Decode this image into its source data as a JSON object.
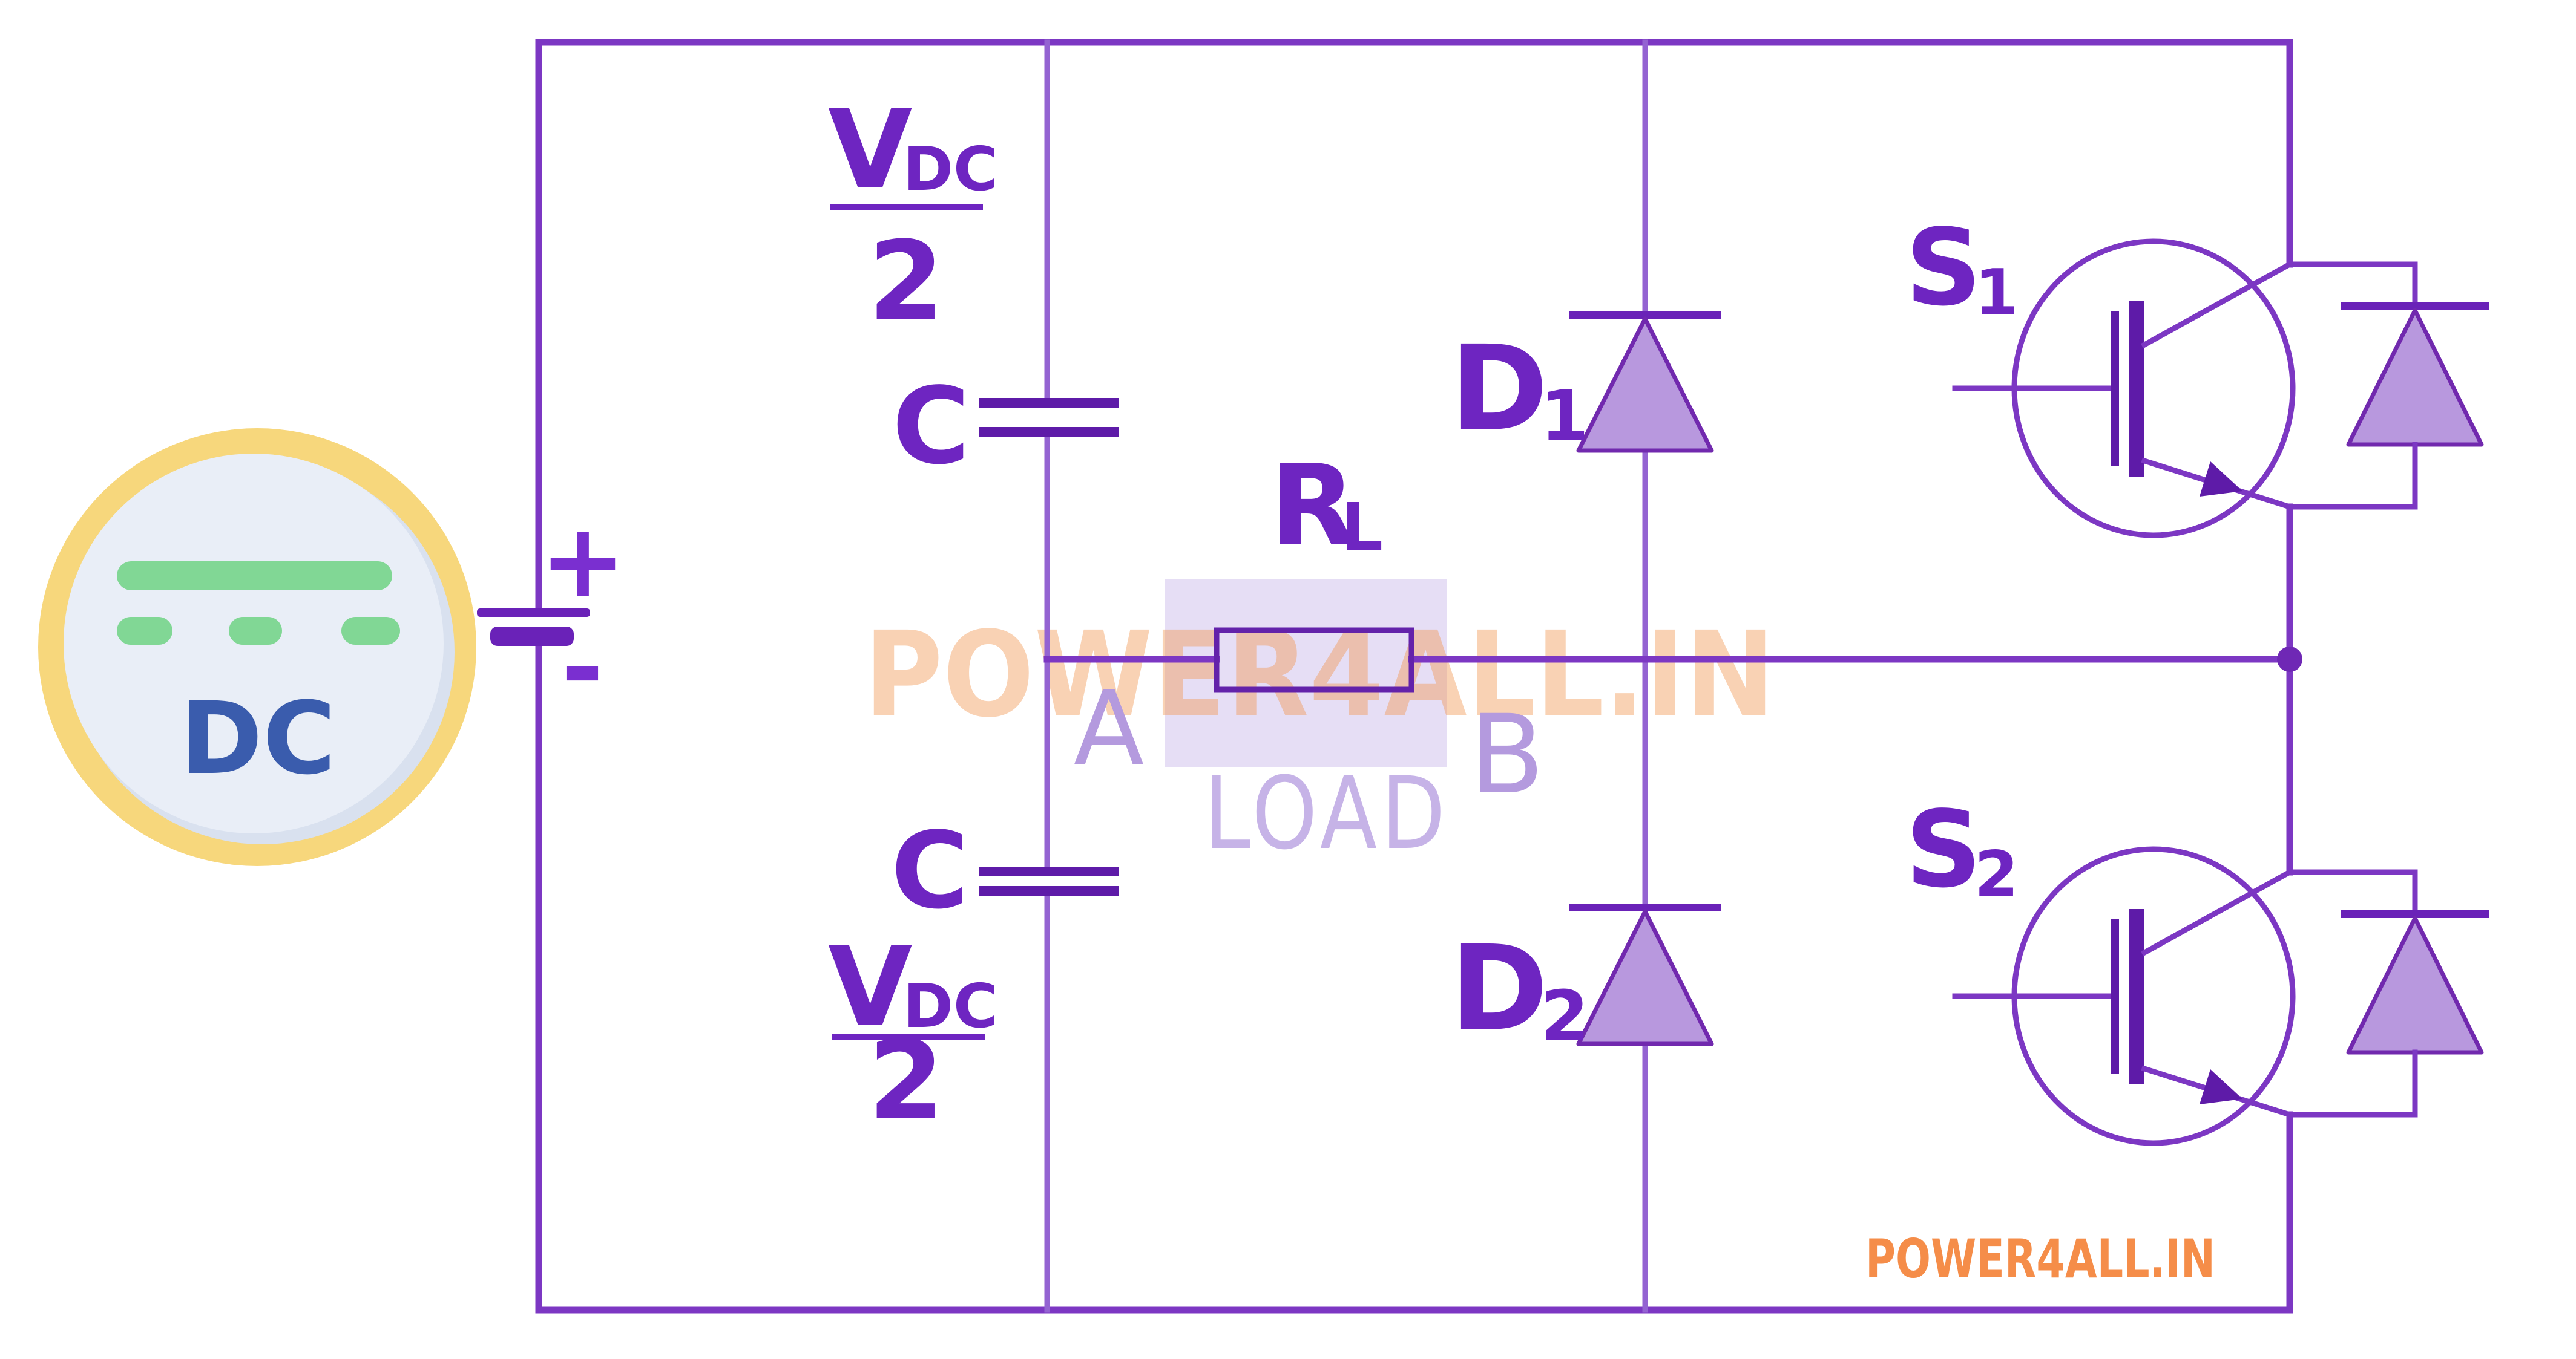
{
  "labels": {
    "source": "DC",
    "battery_plus": "+",
    "battery_minus": "-",
    "capacitor": "C",
    "voltage_main": "V",
    "voltage_sub": "DC",
    "voltage_den": "2",
    "resistor_main": "R",
    "resistor_sub": "L",
    "load": "LOAD",
    "terminal_a": "A",
    "terminal_b": "B",
    "diode_main": "D",
    "diode1_sub": "1",
    "diode2_sub": "2",
    "switch_main": "S",
    "switch1_sub": "1",
    "switch2_sub": "2"
  },
  "watermarks": {
    "center": "POWER4ALL.IN",
    "bottom_right": "POWER4ALL.IN"
  },
  "colors": {
    "wire": "#7c37c3",
    "wire_light": "#9463d2",
    "symbol_dark": "#5e1ba8",
    "battery_plate": "#6a22b8",
    "label_violet": "#6e25c1",
    "diode_fill": "#b898de",
    "diode_stroke": "#7129ae",
    "highlight_box": "#e6def5",
    "terminal_label": "#b49ade",
    "load_label": "#c6b3e7",
    "watermark_orange": "#f58d49",
    "watermark_peach": "#f2954e",
    "icon_ring_yellow": "#f7d77c",
    "icon_face_blue": "#e9eef7",
    "icon_green": "#81d795",
    "icon_text_blue": "#3a5cad",
    "node_dot": "#6f28b5"
  }
}
